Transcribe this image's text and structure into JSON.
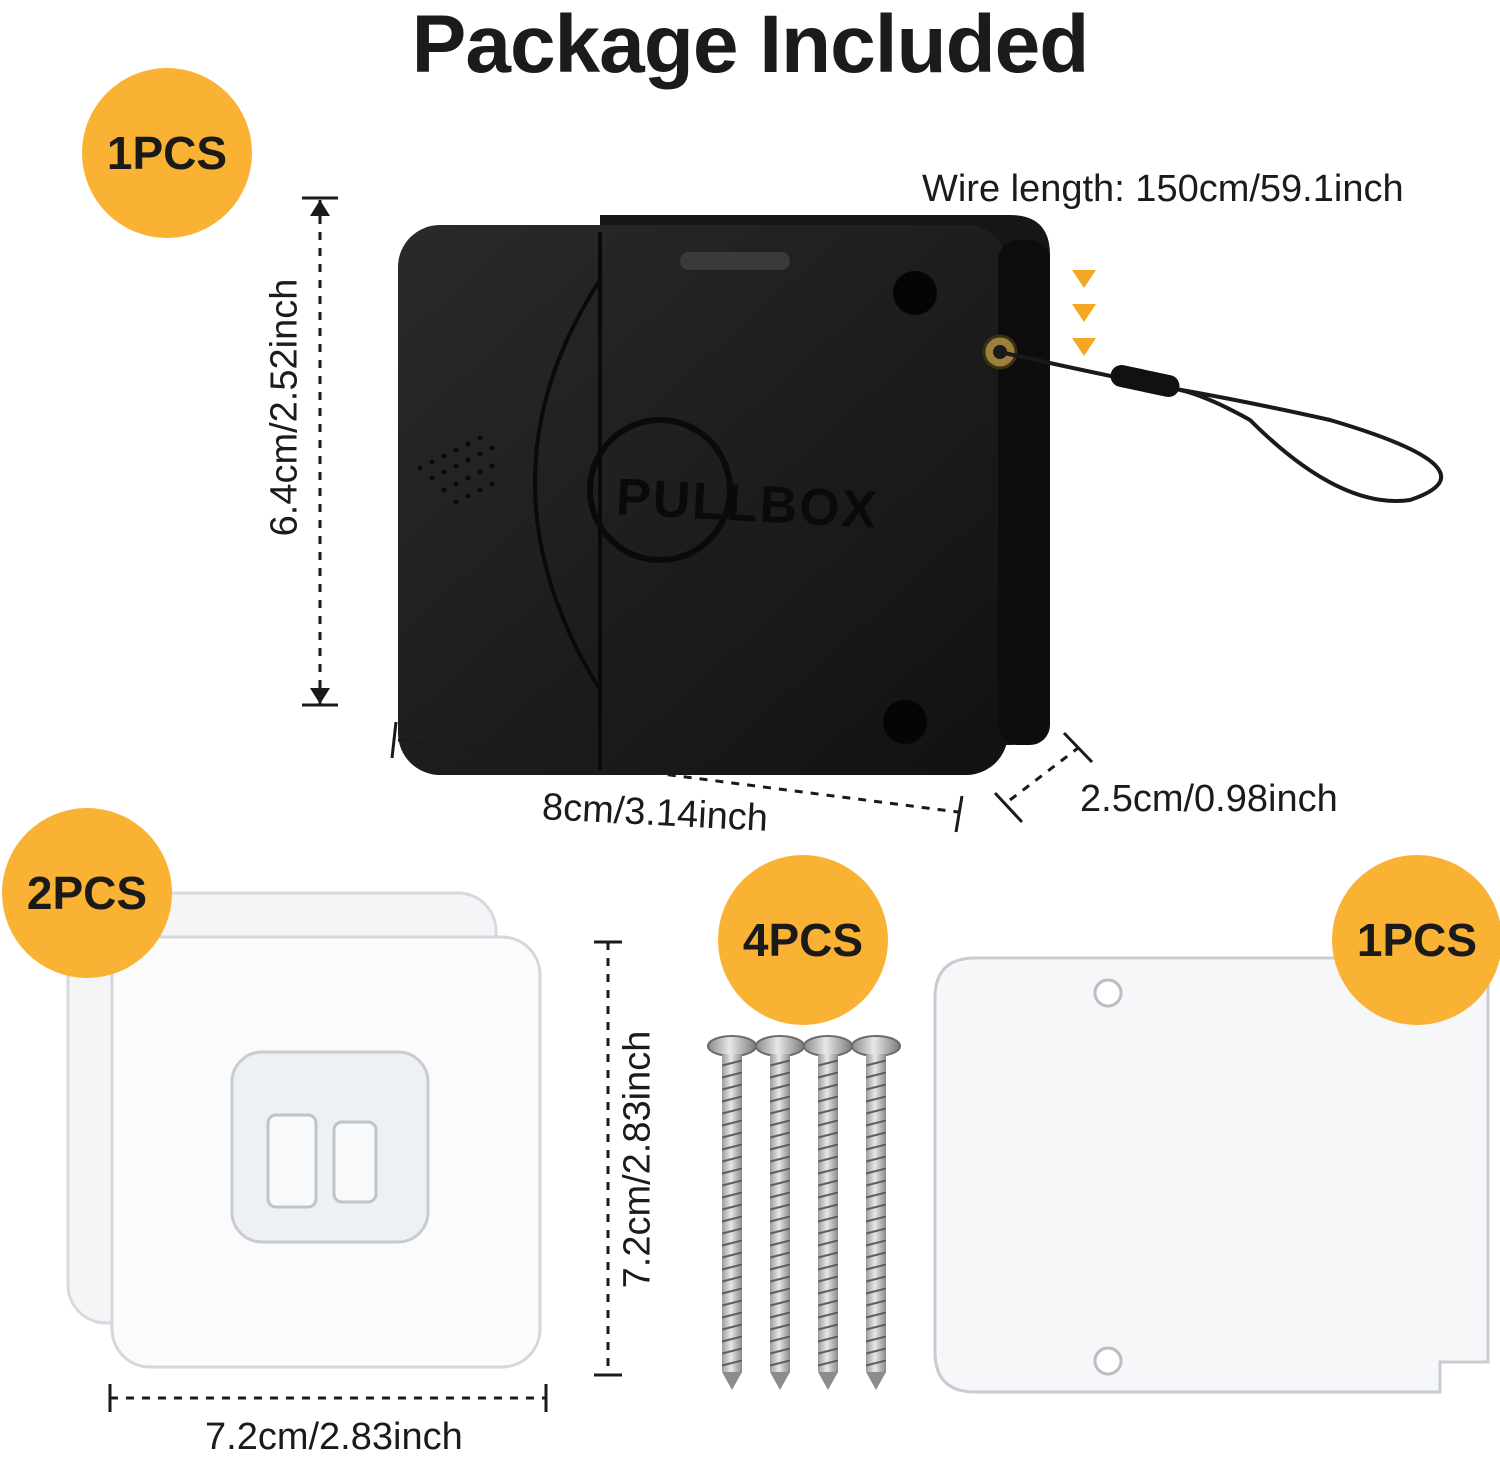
{
  "title": "Package Included",
  "badges": {
    "box": "1PCS",
    "sticker": "2PCS",
    "screws": "4PCS",
    "plate": "1PCS"
  },
  "box": {
    "brand": "PULLBOX",
    "wire_length": "Wire length: 150cm/59.1inch",
    "height": "6.4cm/2.52inch",
    "width": "8cm/3.14inch",
    "depth": "2.5cm/0.98inch"
  },
  "sticker": {
    "width": "7.2cm/2.83inch",
    "height": "7.2cm/2.83inch"
  },
  "colors": {
    "badge": "#f9b233",
    "box_body": "#1c1c1c",
    "arrow": "#f5a623"
  }
}
